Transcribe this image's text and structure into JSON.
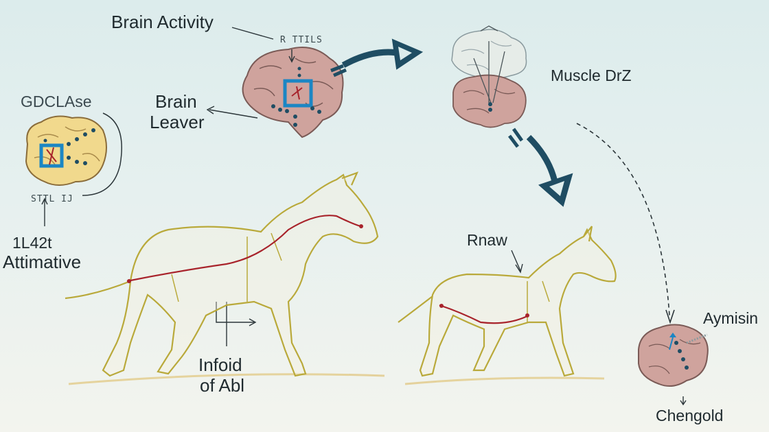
{
  "labels": {
    "brain_activity": "Brain Activity",
    "brain_activity_script": "R TTILS",
    "gdclase": "GDCLAse",
    "brain_leaver_1": "Brain",
    "brain_leaver_2": "Leaver",
    "left_script": "STTL IJ",
    "code_142t": "1L42t",
    "attimative": "Attimative",
    "muscle_drz": "Muscle DrZ",
    "rnaw": "Rnaw",
    "infoid": "Infoid",
    "of_abl": "of Abl",
    "aymisin": "Aymisin",
    "chengold": "Chengold"
  },
  "colors": {
    "arrow_dark": "#1f4d63",
    "horse_outline": "#b9a93a",
    "nerve_red": "#a8232b",
    "brain_pink": "#cfa39d",
    "brain_yellow": "#f1d98d",
    "highlight_blue": "#1b86c4"
  }
}
